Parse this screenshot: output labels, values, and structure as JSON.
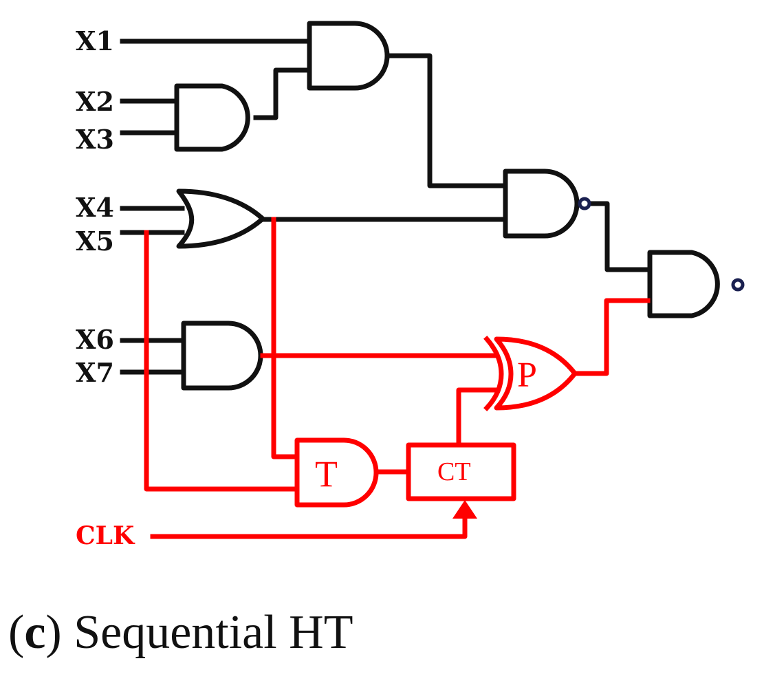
{
  "inputs": [
    "X1",
    "X2",
    "X3",
    "X4",
    "X5",
    "X6",
    "X7"
  ],
  "clock": "CLK",
  "trojan": {
    "trigger_gate": "T",
    "counter": "CT",
    "payload_gate": "P"
  },
  "caption": {
    "open_paren": "(",
    "letter": "c",
    "close_paren": ")",
    "text": " Sequential HT"
  },
  "colors": {
    "normal": "#111111",
    "trojan": "#ff0000",
    "bubble": "#1a2050"
  }
}
